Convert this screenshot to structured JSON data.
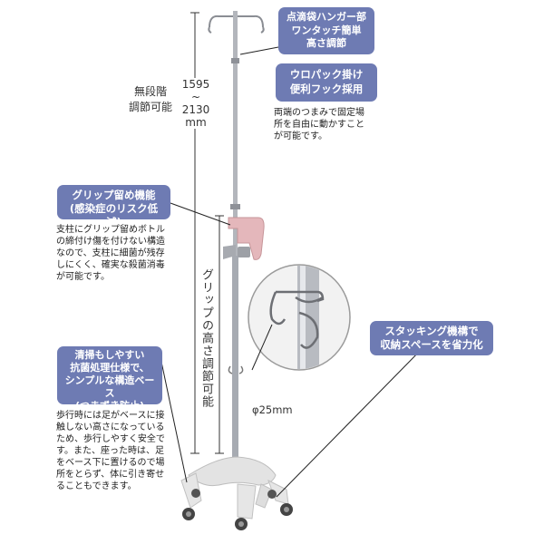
{
  "colors": {
    "badge": "#6e7bb3",
    "grip": "#e4b7bb",
    "pole": "#b9bcc2",
    "base": "#e3e3e3"
  },
  "callouts": {
    "hanger": {
      "label": "点滴袋ハンガー部\nワンタッチ簡単\n高さ調節"
    },
    "hook": {
      "label": "ウロパック掛け\n便利フック採用",
      "desc": "両端のつまみで固定場\n所を自由に動かすこと\nが可能です。"
    },
    "grip": {
      "label": "グリップ留め機能\n(感染症のリスク低減)",
      "desc": "支柱にグリップ留めボトル\nの締付け傷を付けない構造\nなので、支柱に細菌が残存\nしにくく、確実な殺菌消毒\nが可能です。"
    },
    "base": {
      "label": "清掃もしやすい\n抗菌処理仕様で、\nシンプルな構造ベース\n(つまずき防止)",
      "desc": "歩行時には足がベースに接\n触しない高さになっている\nため、歩行しやすく安全で\nす。また、座った時は、足\nをベース下に置けるので場\n所をとらず、体に引き寄せ\nることもできます。"
    },
    "stacking": {
      "label": "スタッキング機構で\n収納スペースを省力化"
    }
  },
  "dimensions": {
    "adjust_label": "無段階\n調節可能",
    "height_range": "1595\n~\n2130\nmm",
    "grip_height": "グリップの高さ調節可能",
    "diameter": "φ25mm"
  },
  "icons": {
    "hook_detail": "hook-closeup-icon",
    "grip": "grip-holder-icon",
    "base": "caster-base-icon"
  }
}
